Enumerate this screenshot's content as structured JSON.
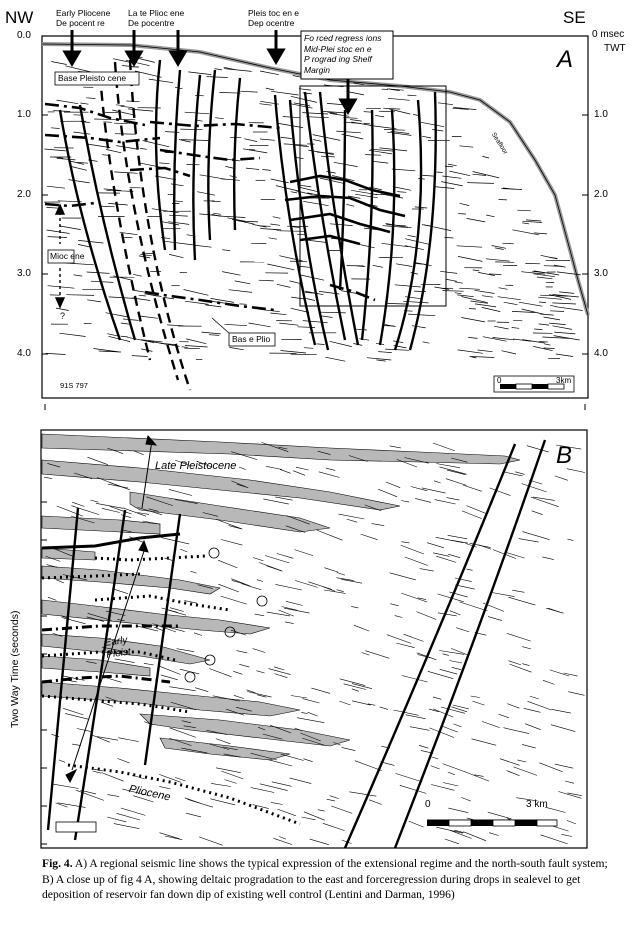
{
  "panel_a": {
    "panel_letter": "A",
    "nw": "NW",
    "se": "SE",
    "depocentre_labels": [
      {
        "line1": "Early Pliocene",
        "line2": "De pocent re"
      },
      {
        "line1": "La te Plioc ene",
        "line2": "De pocentre"
      },
      {
        "line1": "Pleis toc en e",
        "line2": "Dep ocentre"
      }
    ],
    "forced_box": [
      "Fo rced regress ions",
      "Mid-Plei stoc en e",
      "P rograd ing Shelf",
      "Margin"
    ],
    "base_pleistocene": "Base  Pleisto cene",
    "miocene": "Mioc ene",
    "question": "?",
    "base_plio": "Bas e Plio",
    "seafloor": "Seafloor",
    "line_id": "91S 797",
    "scale_start": "0",
    "scale_end": "3km",
    "left_ticks": [
      "0.0",
      "1.0",
      "2.0",
      "3.0",
      "4.0"
    ],
    "right_ticks": [
      "1.0",
      "2.0",
      "3.0",
      "4.0"
    ],
    "right_unit_1": "0 msec",
    "right_unit_2": "TWT"
  },
  "panel_b": {
    "panel_letter": "B",
    "late_pleistocene": "Late Pleistocene",
    "early_pleist_1": "Early",
    "early_pleist_2": "Pleist",
    "pliocene": "Pliocene",
    "scale_start": "0",
    "scale_end": "3 km"
  },
  "y_axis_label": "Two Way Time (seconds)",
  "caption": {
    "fig_label": "Fig. 4.",
    "text": " A) A regional seismic line  shows the typical expression of the extensional regime and the north-south fault system;  B) A close up of fig 4 A, showing deltaic progradation to the east and forceregression during drops in sealevel to get deposition of reservoir fan down dip of existing well control  (Lentini and Darman, 1996)"
  }
}
